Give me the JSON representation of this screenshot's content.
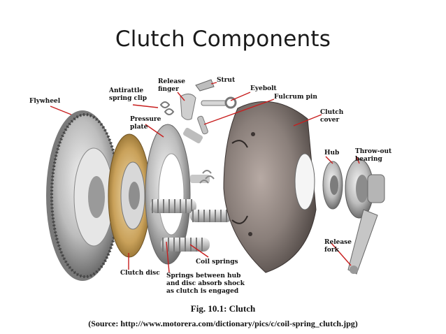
{
  "title": "Clutch Components",
  "labels": {
    "flywheel": "Flywheel",
    "antirattle_1": "Antirattle",
    "antirattle_2": "spring clip",
    "release_finger_1": "Release",
    "release_finger_2": "finger",
    "strut": "Strut",
    "eyebolt": "Eyebolt",
    "fulcrum_pin": "Fulcrum pin",
    "clutch_cover_1": "Clutch",
    "clutch_cover_2": "cover",
    "pressure_plate_1": "Pressure",
    "pressure_plate_2": "plate",
    "hub": "Hub",
    "throwout_1": "Throw-out",
    "throwout_2": "bearing",
    "release_fork_1": "Release",
    "release_fork_2": "fork",
    "coil_springs": "Coil springs",
    "clutch_disc": "Clutch disc",
    "springs_note_1": "Springs between hub",
    "springs_note_2": "and disc absorb shock",
    "springs_note_3": "as clutch is engaged"
  },
  "caption": "Fig. 10.1: Clutch",
  "source": "(Source: http://www.motorera.com/dictionary/pics/c/coil-spring_clutch.jpg)",
  "colors": {
    "metal_light": "#d9d9d9",
    "metal_mid": "#a8a8a8",
    "metal_dark": "#6e6e6e",
    "cover": "#8a7f7a",
    "friction": "#c9a15a",
    "leader_line": "#c81e1e"
  }
}
